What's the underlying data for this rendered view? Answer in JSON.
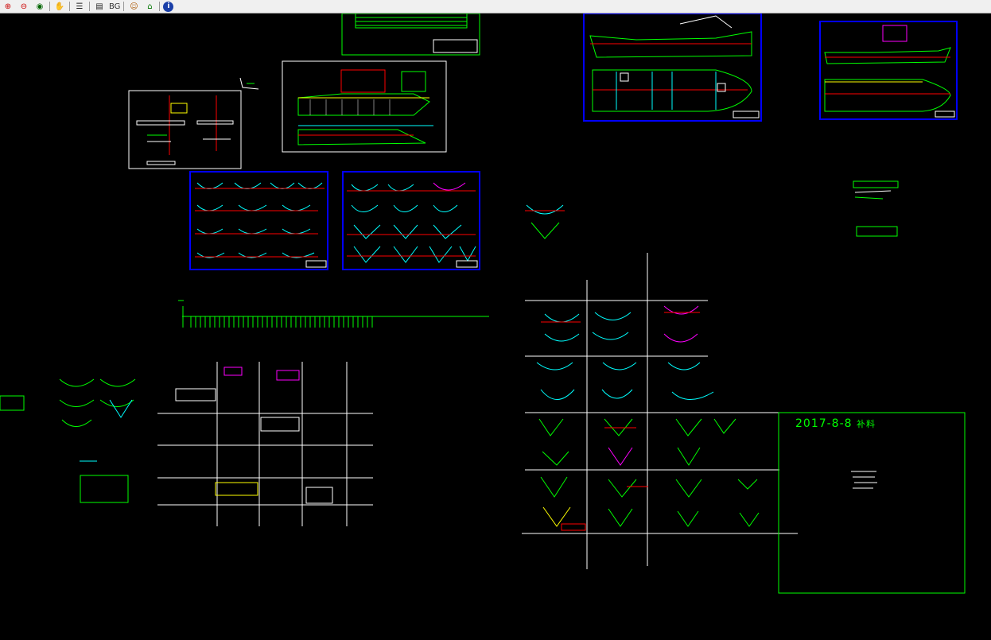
{
  "toolbar": {
    "items": [
      {
        "name": "zoom-in-icon",
        "glyph": "🔍"
      },
      {
        "name": "zoom-out-icon",
        "glyph": "🔎"
      },
      {
        "name": "view-eye-icon",
        "glyph": "👁"
      },
      {
        "name": "pan-icon",
        "glyph": "✋"
      },
      {
        "name": "layers-icon",
        "glyph": "☰"
      },
      {
        "name": "print-icon",
        "glyph": "▤"
      },
      {
        "name": "home-icon",
        "glyph": "⌂"
      },
      {
        "name": "info-icon",
        "glyph": "ℹ"
      }
    ],
    "bg_label": "BG"
  },
  "drawing": {
    "note_text": "2017-8-8 ",
    "note_suffix": "补料"
  },
  "colors": {
    "background": "#000000",
    "green": "#00ff00",
    "cyan": "#00ffff",
    "blue": "#0000ff",
    "red": "#ff0000",
    "white": "#ffffff",
    "magenta": "#ff00ff",
    "yellow": "#ffff00"
  }
}
